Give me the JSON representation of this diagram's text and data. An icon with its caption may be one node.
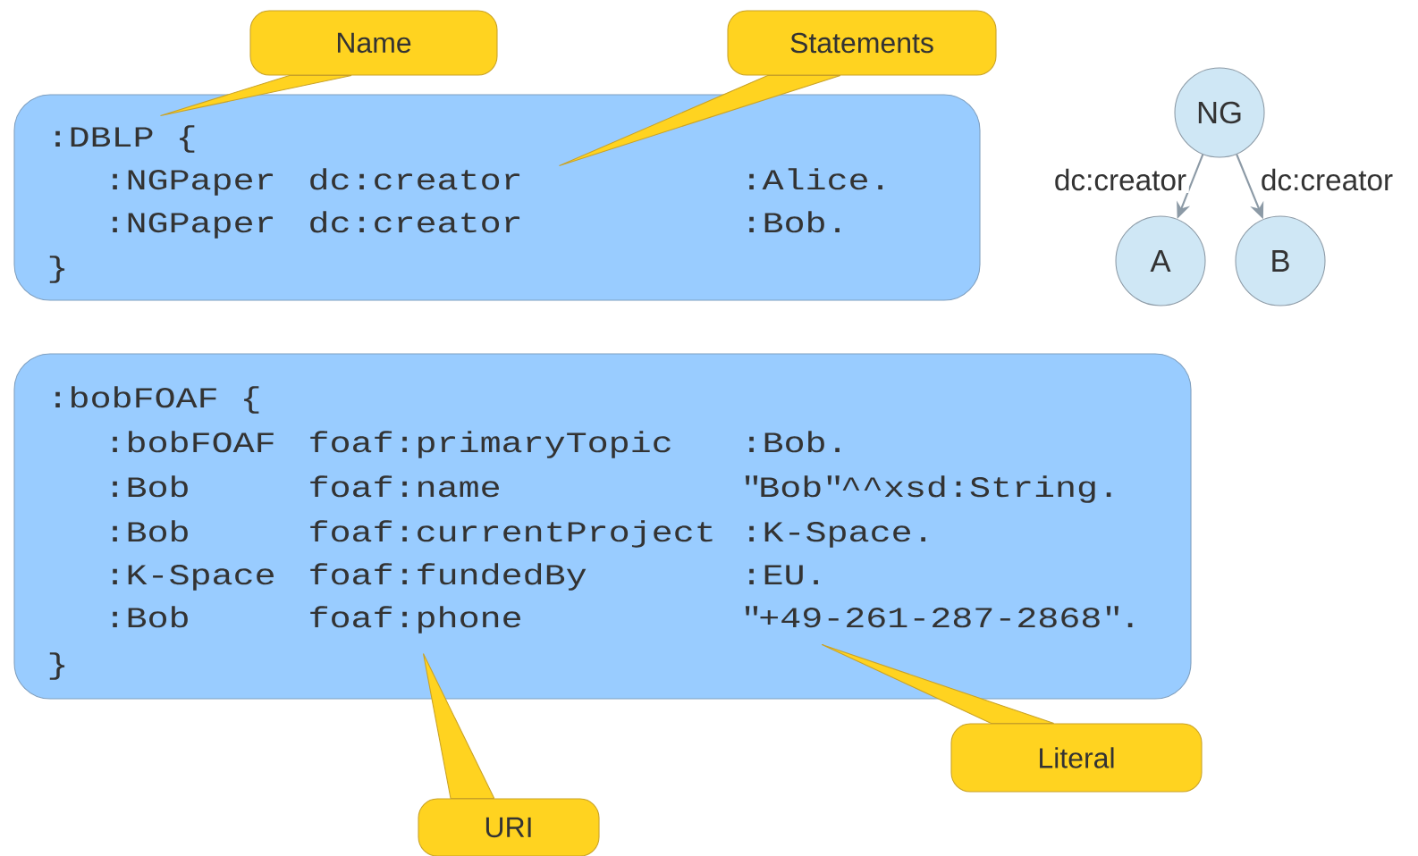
{
  "diagram": {
    "nodes": [
      {
        "text": [
          "Name"
        ]
      },
      {
        "text": [
          "Statements"
        ]
      },
      {
        "text": [
          ":DBLP {",
          ":NGPaper",
          "dc:creator",
          ":Alice.",
          ":NGPaper",
          "dc:creator",
          ":Bob.",
          "}"
        ]
      },
      {
        "text": [
          "NG"
        ]
      },
      {
        "text": [
          "A"
        ]
      },
      {
        "text": [
          "B"
        ]
      },
      {
        "text": [
          ":bobFOAF {",
          ":bobFOAF",
          "foaf:primaryTopic",
          ":Bob.",
          ":Bob",
          "foaf:name",
          "\"Bob\"^^xsd:String.",
          ":Bob",
          "foaf:currentProject",
          ":K-Space.",
          ":K-Space",
          "foaf:fundedBy",
          ":EU.",
          ":Bob",
          "foaf:phone",
          "\"+49-261-287-2868\".",
          "}"
        ]
      },
      {
        "text": [
          "Literal"
        ]
      },
      {
        "text": [
          "URI"
        ]
      }
    ],
    "edges": [
      {
        "from": 0,
        "to": 2,
        "arrow": "none"
      },
      {
        "from": 1,
        "to": 2,
        "arrow": "none"
      },
      {
        "from": 3,
        "to": 4,
        "arrow": "to",
        "label": "dc:creator",
        "color": "#8c9aa6"
      },
      {
        "from": 3,
        "to": 5,
        "arrow": "to",
        "label": "dc:creator",
        "color": "#8c9aa6"
      },
      {
        "from": 7,
        "to": 6,
        "arrow": "none"
      },
      {
        "from": 8,
        "to": 6,
        "arrow": "none"
      }
    ]
  }
}
